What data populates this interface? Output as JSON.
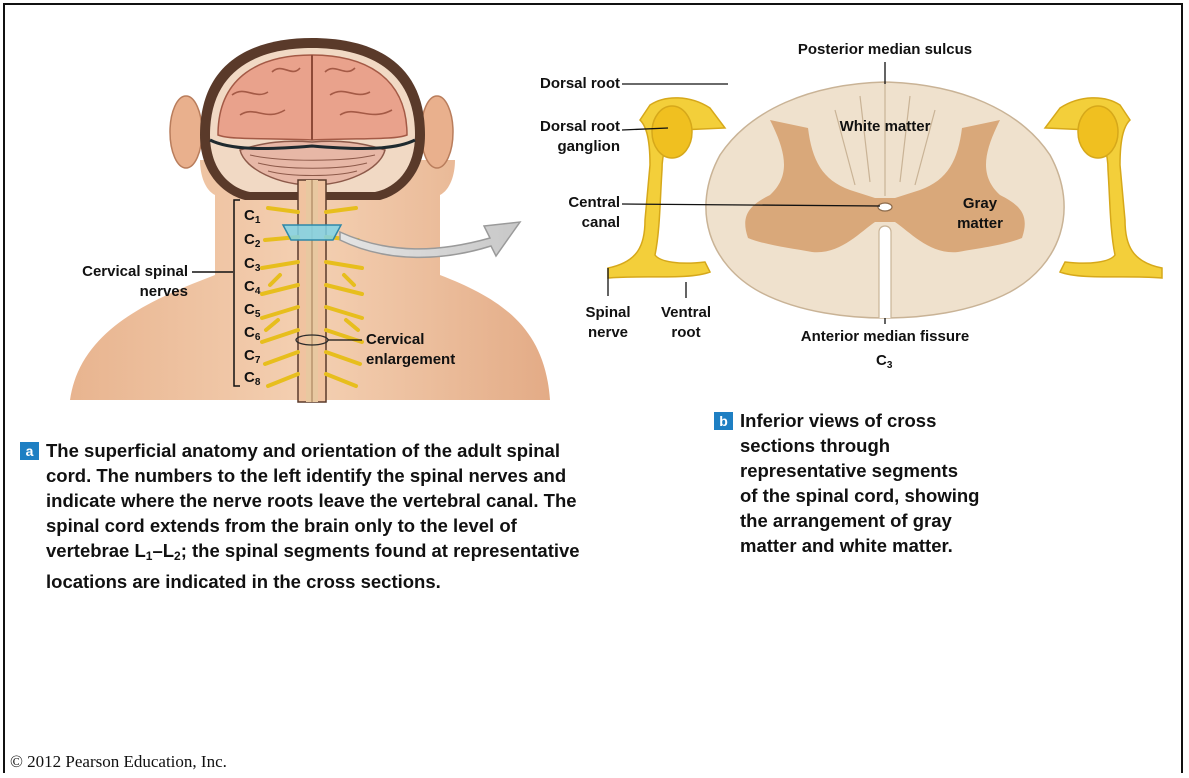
{
  "left_figure": {
    "labels": {
      "cervical_spinal_nerves": [
        "Cervical spinal",
        "nerves"
      ],
      "cervical_enlargement": [
        "Cervical",
        "enlargement"
      ]
    },
    "segments": [
      {
        "letter": "C",
        "num": "1"
      },
      {
        "letter": "C",
        "num": "2"
      },
      {
        "letter": "C",
        "num": "3"
      },
      {
        "letter": "C",
        "num": "4"
      },
      {
        "letter": "C",
        "num": "5"
      },
      {
        "letter": "C",
        "num": "6"
      },
      {
        "letter": "C",
        "num": "7"
      },
      {
        "letter": "C",
        "num": "8"
      }
    ]
  },
  "right_figure": {
    "labels": {
      "posterior_median_sulcus": "Posterior median sulcus",
      "dorsal_root": "Dorsal root",
      "dorsal_root_ganglion": [
        "Dorsal root",
        "ganglion"
      ],
      "white_matter": "White matter",
      "central_canal": [
        "Central",
        "canal"
      ],
      "gray_matter": [
        "Gray",
        "matter"
      ],
      "spinal_nerve": [
        "Spinal",
        "nerve"
      ],
      "ventral_root": [
        "Ventral",
        "root"
      ],
      "anterior_median_fissure": "Anterior median fissure",
      "segment_letter": "C",
      "segment_num": "3"
    }
  },
  "captions": {
    "a": {
      "badge": "a",
      "lines": [
        "The superficial anatomy and orientation of the adult spinal",
        "cord. The numbers to the left identify the spinal nerves and",
        "indicate where the nerve roots leave the vertebral canal. The",
        "spinal cord extends from the brain only to the level of"
      ],
      "line5_start": "vertebrae L",
      "line5_sub1": "1",
      "line5_dash": "–L",
      "line5_sub2": "2",
      "line5_end": "; the spinal segments found at representative",
      "line6": "locations are indicated in the cross sections."
    },
    "b": {
      "badge": "b",
      "lines": [
        "Inferior views of cross",
        "sections through",
        "representative segments",
        "of the spinal cord, showing",
        "the arrangement of gray",
        "matter and white matter."
      ]
    }
  },
  "copyright": "© 2012 Pearson Education, Inc.",
  "colors": {
    "white_matter": "#efe1cd",
    "gray_matter": "#d9a87a",
    "nerve_yellow": "#f3cf3a",
    "skin": "#f0c5a2",
    "brain": "#e8a08c",
    "badge": "#1e7fc3",
    "highlight": "#7fd3e8"
  }
}
